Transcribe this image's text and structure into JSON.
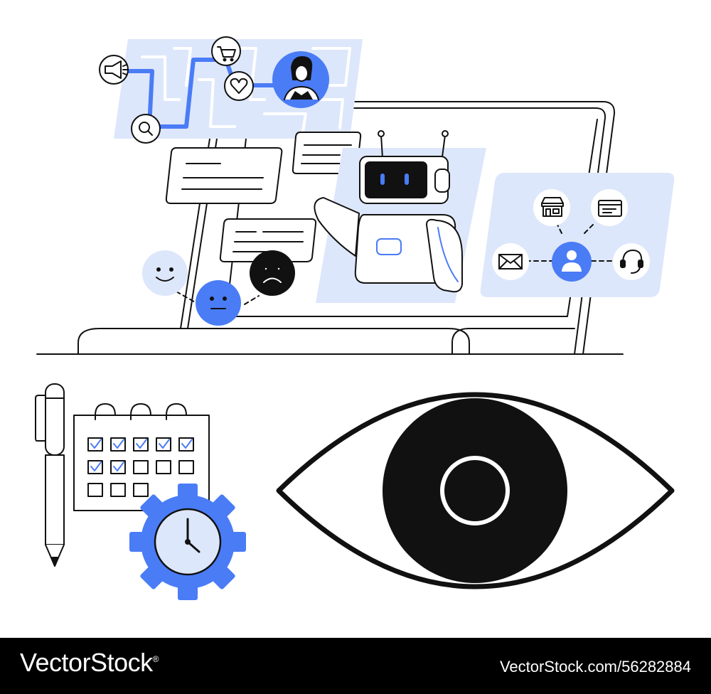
{
  "colors": {
    "accent": "#4a7cf6",
    "panel": "#dde7fb",
    "ink": "#111111",
    "background": "#ffffff",
    "footer": "#000000"
  },
  "icons": [
    "megaphone-icon",
    "search-icon",
    "shopping-cart-icon",
    "heart-icon",
    "user-avatar-icon",
    "robot-icon",
    "storefront-icon",
    "browser-window-icon",
    "envelope-icon",
    "person-icon",
    "headset-icon",
    "smile-face-icon",
    "neutral-face-icon",
    "sad-face-icon",
    "pen-icon",
    "calendar-icon",
    "gear-clock-icon",
    "eye-icon"
  ],
  "calendar": {
    "checked_cells": 7,
    "total_cells": 13
  },
  "footer": {
    "brand": "VectorStock",
    "brand_mark": "®",
    "image_id": "VectorStock.com/56282884"
  }
}
